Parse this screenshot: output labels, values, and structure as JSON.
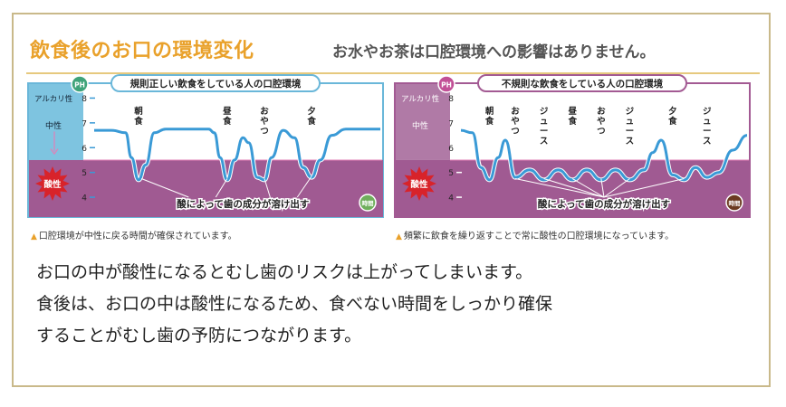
{
  "header": {
    "title": "飲食後のお口の環境変化",
    "subtitle": "お水やお茶は口腔環境への影響はありません。"
  },
  "chart_data": [
    {
      "type": "line",
      "title": "規則正しい飲食をしている人の口腔環境",
      "ph_badge": "PH",
      "time_badge": "時間",
      "y_ticks": [
        "8",
        "7",
        "6",
        "5",
        "4"
      ],
      "ylim": [
        3.2,
        8.6
      ],
      "zone_labels": {
        "alkaline": "アルカリ性",
        "neutral": "中性",
        "acid": "酸性"
      },
      "event_labels": [
        "朝食",
        "昼食",
        "おやつ",
        "夕食"
      ],
      "annotation": "酸によって歯の成分が溶け出す",
      "series_points": [
        [
          0,
          6.7
        ],
        [
          0.06,
          6.7
        ],
        [
          0.11,
          6.6
        ],
        [
          0.13,
          5.6
        ],
        [
          0.155,
          4.7
        ],
        [
          0.18,
          5.3
        ],
        [
          0.21,
          6.6
        ],
        [
          0.25,
          6.75
        ],
        [
          0.4,
          6.75
        ],
        [
          0.42,
          6.6
        ],
        [
          0.44,
          5.6
        ],
        [
          0.465,
          4.7
        ],
        [
          0.49,
          5.5
        ],
        [
          0.52,
          6.4
        ],
        [
          0.54,
          6.2
        ],
        [
          0.57,
          4.8
        ],
        [
          0.595,
          4.7
        ],
        [
          0.62,
          5.6
        ],
        [
          0.66,
          6.7
        ],
        [
          0.7,
          6.4
        ],
        [
          0.73,
          5.2
        ],
        [
          0.76,
          4.8
        ],
        [
          0.79,
          5.5
        ],
        [
          0.83,
          6.5
        ],
        [
          0.88,
          6.75
        ],
        [
          1.0,
          6.75
        ]
      ],
      "colors": {
        "frame": "#6ab7d9",
        "alkaline_bg": "#7ec4e0",
        "acid_bg": "#a05a92",
        "line": "#3a9ad6"
      },
      "note": "口腔環境が中性に戻る時間が確保されています。"
    },
    {
      "type": "line",
      "title": "不規則な飲食をしている人の口腔環境",
      "ph_badge": "PH",
      "time_badge": "時間",
      "y_ticks": [
        "8",
        "7",
        "6",
        "5",
        "4"
      ],
      "ylim": [
        3.2,
        8.6
      ],
      "zone_labels": {
        "alkaline": "アルカリ性",
        "neutral": "中性",
        "acid": "酸性"
      },
      "event_labels": [
        "朝食",
        "おやつ",
        "ジュース",
        "昼食",
        "おやつ",
        "ジュース",
        "夕食",
        "ジュース"
      ],
      "annotation": "酸によって歯の成分が溶け出す",
      "series_points": [
        [
          0,
          6.7
        ],
        [
          0.04,
          6.6
        ],
        [
          0.07,
          5.2
        ],
        [
          0.1,
          4.7
        ],
        [
          0.13,
          5.6
        ],
        [
          0.155,
          6.3
        ],
        [
          0.19,
          4.8
        ],
        [
          0.24,
          5.1
        ],
        [
          0.29,
          4.7
        ],
        [
          0.34,
          5.1
        ],
        [
          0.39,
          4.7
        ],
        [
          0.44,
          5.1
        ],
        [
          0.49,
          4.7
        ],
        [
          0.54,
          5.1
        ],
        [
          0.59,
          4.7
        ],
        [
          0.64,
          5.1
        ],
        [
          0.67,
          5.8
        ],
        [
          0.7,
          6.3
        ],
        [
          0.74,
          4.9
        ],
        [
          0.78,
          4.7
        ],
        [
          0.82,
          5.2
        ],
        [
          0.86,
          4.8
        ],
        [
          0.9,
          5.0
        ],
        [
          0.95,
          5.9
        ],
        [
          1.0,
          6.5
        ]
      ],
      "colors": {
        "frame": "#a35a93",
        "alkaline_bg": "#a05a92",
        "acid_bg": "#a05a92",
        "line": "#3a9ad6"
      },
      "note": "頻繁に飲食を繰り返すことで常に酸性の口腔環境になっています。"
    }
  ],
  "body": {
    "line1": "お口の中が酸性になるとむし歯のリスクは上がってしまいます。",
    "line2": "食後は、お口の中は酸性になるため、食べない時間をしっかり確保",
    "line3": "することがむし歯の予防につながります。"
  }
}
